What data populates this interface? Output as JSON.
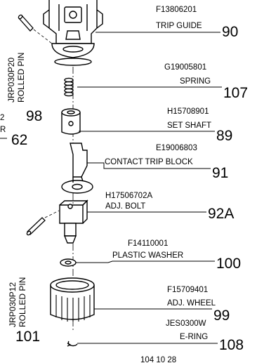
{
  "parts": [
    {
      "id": "trip-guide",
      "code": "F13806201",
      "name": "TRIP GUIDE",
      "number": "90"
    },
    {
      "id": "spring",
      "code": "G19005801",
      "name": "SPRING",
      "number": "107"
    },
    {
      "id": "set-shaft",
      "code": "H15708901",
      "name": "SET SHAFT",
      "number": "89"
    },
    {
      "id": "contact-trip-block",
      "code": "E19006803",
      "name": "CONTACT TRIP BLOCK",
      "number": "91"
    },
    {
      "id": "adj-bolt",
      "code": "H17506702A",
      "name": "ADJ. BOLT",
      "number": "92A"
    },
    {
      "id": "plastic-washer",
      "code": "F14110001",
      "name": "PLASTIC WASHER",
      "number": "100"
    },
    {
      "id": "adj-wheel",
      "code": "F15709401",
      "name": "ADJ. WHEEL",
      "number": "99"
    },
    {
      "id": "e-ring",
      "code": "JES0300W",
      "name": "E-RING",
      "number": "108"
    }
  ],
  "side_parts": [
    {
      "id": "rolled-pin-upper",
      "code": "JRP030P20",
      "name": "ROLLED PIN",
      "number": "98"
    },
    {
      "id": "rolled-pin-lower",
      "code": "JRP030P12",
      "name": "ROLLED PIN",
      "number": "101"
    }
  ],
  "edge_fragments": {
    "top": "2",
    "bottom": "R",
    "number": "62"
  },
  "footer_text": "104 10 28"
}
